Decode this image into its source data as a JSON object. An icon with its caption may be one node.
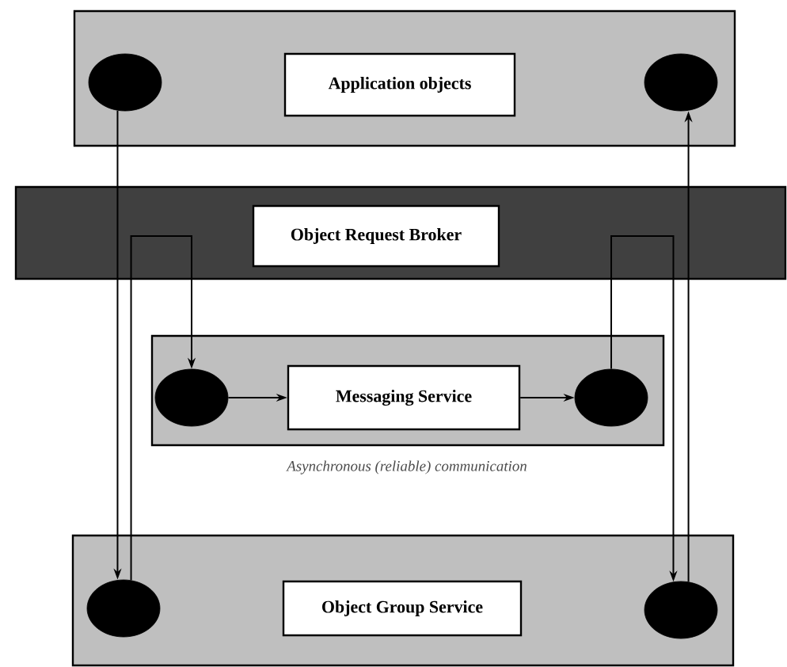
{
  "diagram": {
    "nodes": [
      {
        "text": [],
        "shape": "box"
      },
      {
        "text": [],
        "shape": "circle",
        "in": 0
      },
      {
        "text": [
          "Application objects"
        ],
        "in": 0
      },
      {
        "text": [],
        "shape": "circle",
        "in": 0
      },
      {
        "text": [],
        "shape": "bar"
      },
      {
        "text": [
          "Object Request Broker"
        ],
        "in": 4
      },
      {
        "text": [],
        "shape": "box",
        "beside": [
          "Asynchronous (reliable) communication"
        ]
      },
      {
        "text": [],
        "shape": "circle",
        "in": 6
      },
      {
        "text": [
          "Messaging Service"
        ],
        "in": 6
      },
      {
        "text": [],
        "shape": "circle",
        "in": 6
      },
      {
        "text": [],
        "shape": "box"
      },
      {
        "text": [],
        "shape": "circle",
        "in": 10
      },
      {
        "text": [
          "Object Group Service"
        ],
        "in": 10
      },
      {
        "text": [],
        "shape": "circle",
        "in": 10
      }
    ],
    "edges": [
      {
        "from": 1,
        "to": 11,
        "arrow": "to"
      },
      {
        "from": 11,
        "to": 7,
        "arrow": "to"
      },
      {
        "from": 7,
        "to": 8,
        "arrow": "to"
      },
      {
        "from": 8,
        "to": 9,
        "arrow": "to"
      },
      {
        "from": 9,
        "to": 13,
        "arrow": "to"
      },
      {
        "from": 13,
        "to": 3,
        "arrow": "to"
      }
    ]
  }
}
